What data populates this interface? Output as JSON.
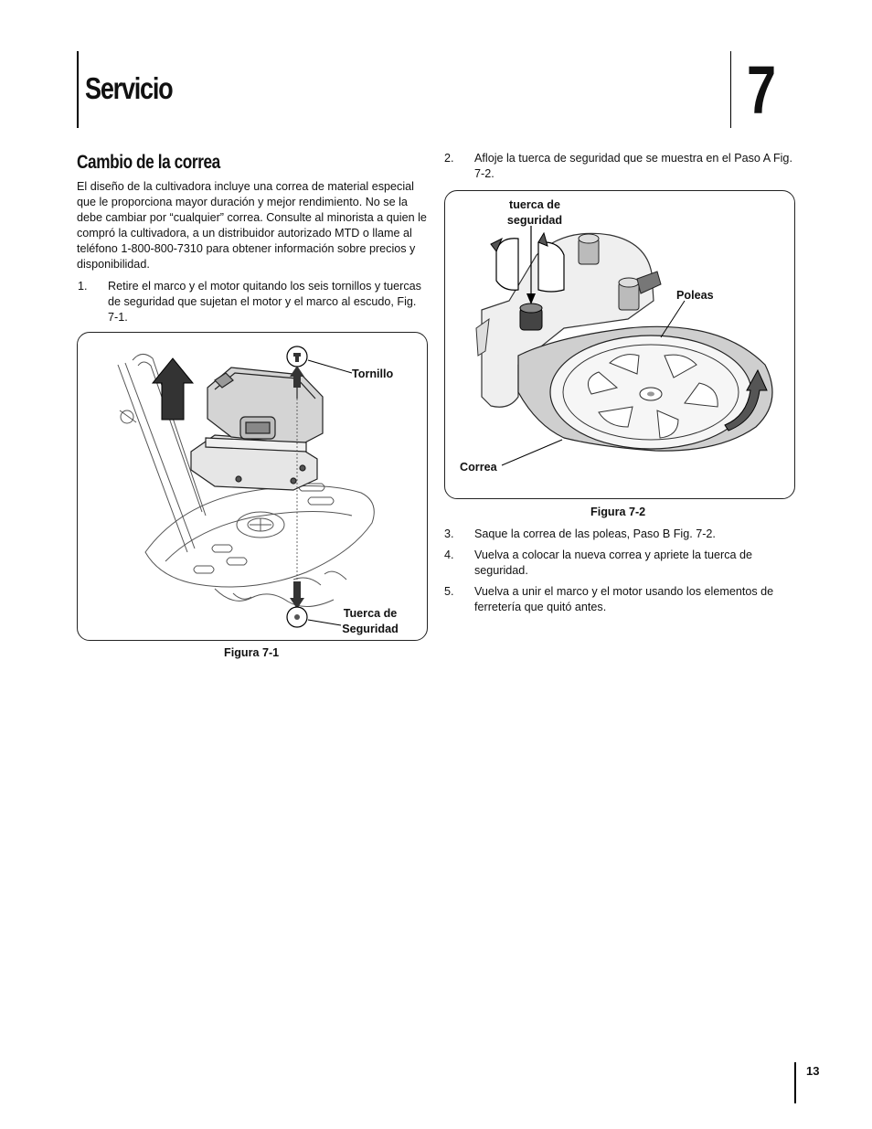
{
  "header": {
    "title": "Servicio",
    "chapter_number": "7"
  },
  "section": {
    "heading": "Cambio de la correa",
    "intro": "El diseño de la cultivadora incluye una correa de material especial que le proporciona mayor duración y mejor rendimiento. No se la debe cambiar por “cualquier” correa. Consulte al minorista a quien le compró la cultivadora, a un distribuidor autorizado MTD o llame al teléfono 1-800-800-7310 para obtener información sobre precios y disponibilidad."
  },
  "steps": [
    {
      "number": "1.",
      "text": "Retire el marco y el motor quitando los seis tornillos y tuercas de seguridad que sujetan el motor y el marco al escudo, Fig. 7-1."
    },
    {
      "number": "2.",
      "text": "Afloje la tuerca de seguridad que se muestra en el Paso A Fig. 7-2."
    },
    {
      "number": "3.",
      "text": "Saque la correa de las poleas, Paso B Fig. 7-2."
    },
    {
      "number": "4.",
      "text": "Vuelva a colocar la nueva correa y apriete la tuerca de seguridad."
    },
    {
      "number": "5.",
      "text": "Vuelva a unir el marco y el motor usando los elementos de ferretería que quitó antes."
    }
  ],
  "figures": {
    "fig_7_1": {
      "caption": "Figura 7-1",
      "callout_tornillo": "Tornillo",
      "callout_tuerca_line1": "Tuerca de",
      "callout_tuerca_line2": "Seguridad"
    },
    "fig_7_2": {
      "caption": "Figura 7-2",
      "callout_tuerca_line1": "tuerca de",
      "callout_tuerca_line2": "seguridad",
      "callout_poleas": "Poleas",
      "callout_correa": "Correa"
    }
  },
  "footer": {
    "page_number": "13"
  }
}
